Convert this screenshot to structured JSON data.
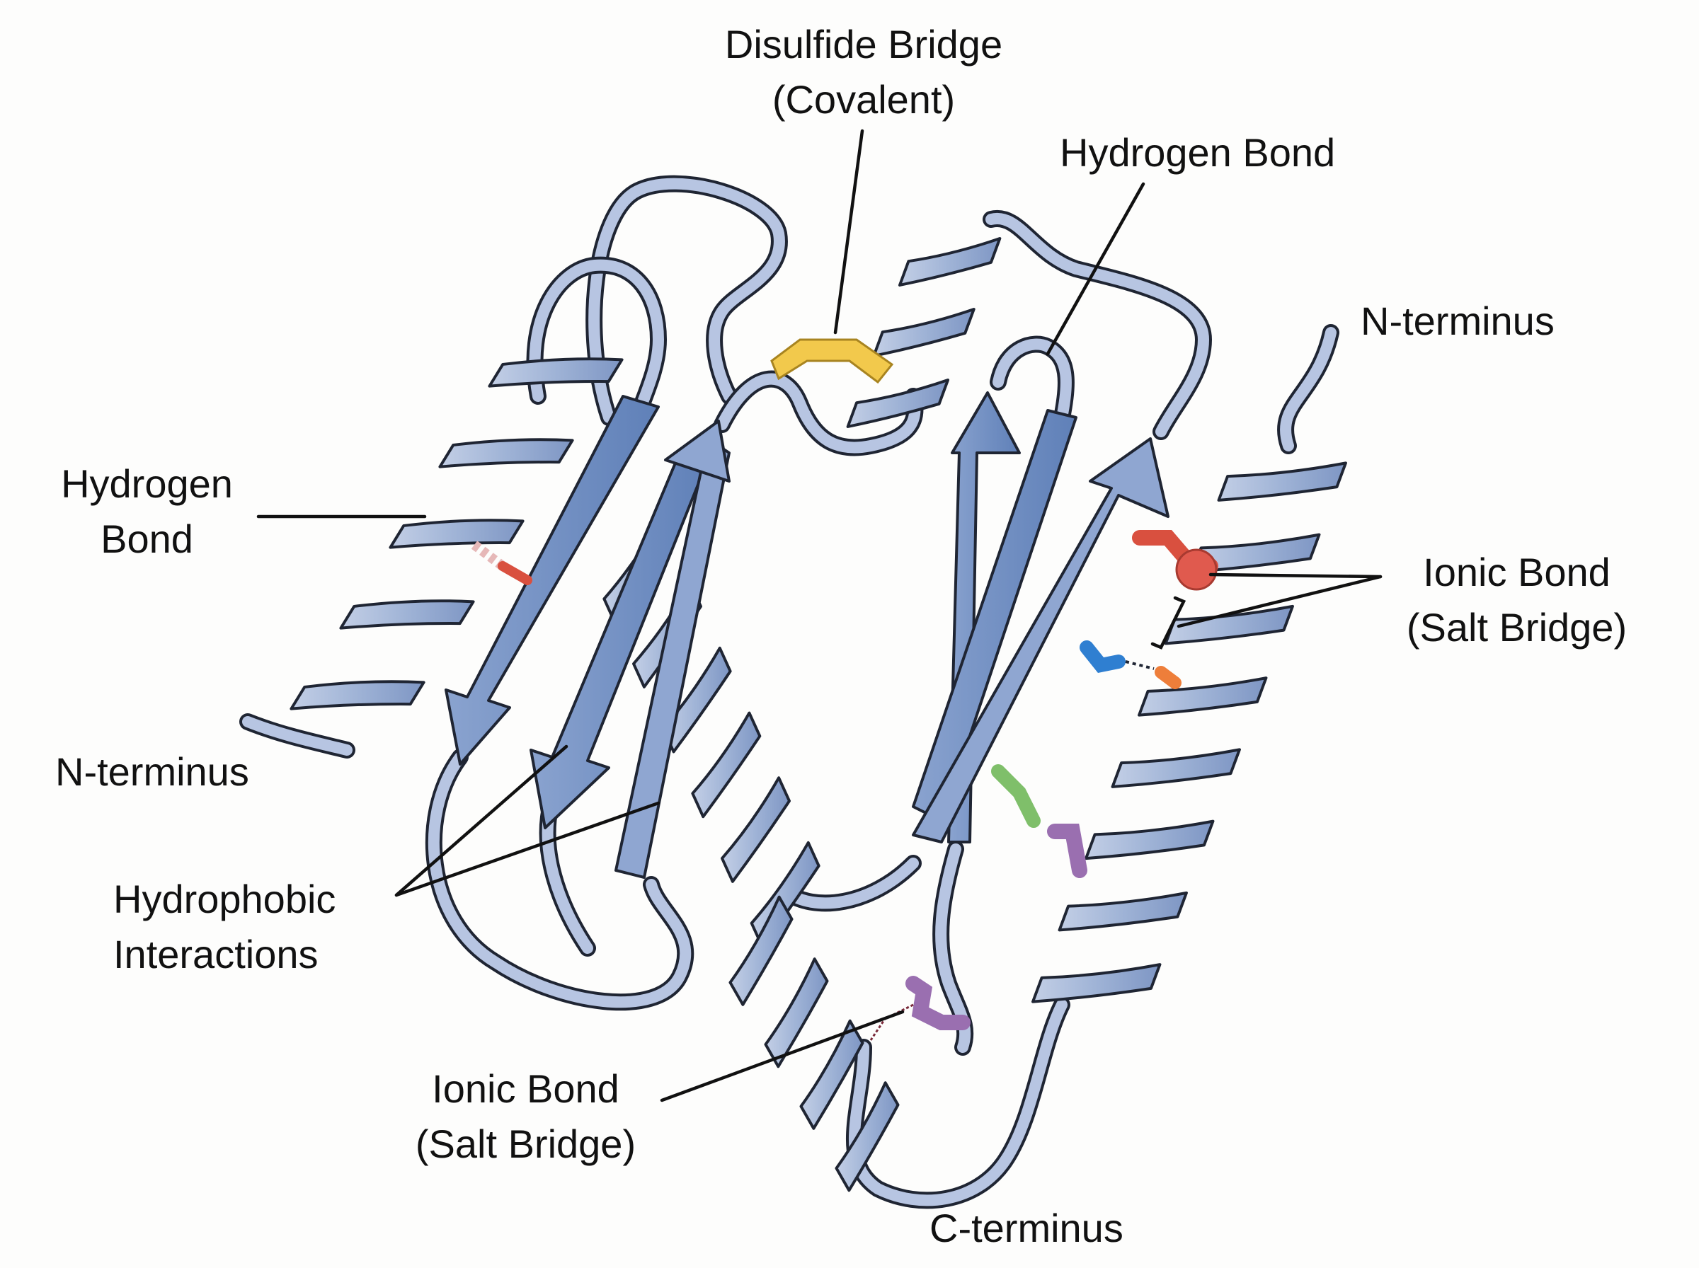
{
  "labels": {
    "disulfide": {
      "line1": "Disulfide Bridge",
      "line2": "(Covalent)"
    },
    "hbond_top": {
      "line1": "Hydrogen Bond"
    },
    "nterm_right": {
      "line1": "N-terminus"
    },
    "hbond_left": {
      "line1": "Hydrogen",
      "line2": "Bond"
    },
    "ionic_right": {
      "line1": "Ionic Bond",
      "line2": "(Salt Bridge)"
    },
    "nterm_left": {
      "line1": "N-terminus"
    },
    "hydrophobic": {
      "line1": "Hydrophobic",
      "line2": "Interactions"
    },
    "ionic_bottom": {
      "line1": "Ionic Bond",
      "line2": "(Salt Bridge)"
    },
    "cterm": {
      "line1": "C-terminus"
    }
  },
  "colors": {
    "ribbon_fill": "#9fb3d6",
    "sheet_fill": "#6f8fc4",
    "outline": "#1f2533",
    "disulfide": "#f2c94c",
    "acidic_red": "#e05a4e",
    "basic_blue": "#2f7fd1",
    "orange": "#ee7e3a",
    "green": "#7fbf6a",
    "purple": "#9a6fb0"
  }
}
